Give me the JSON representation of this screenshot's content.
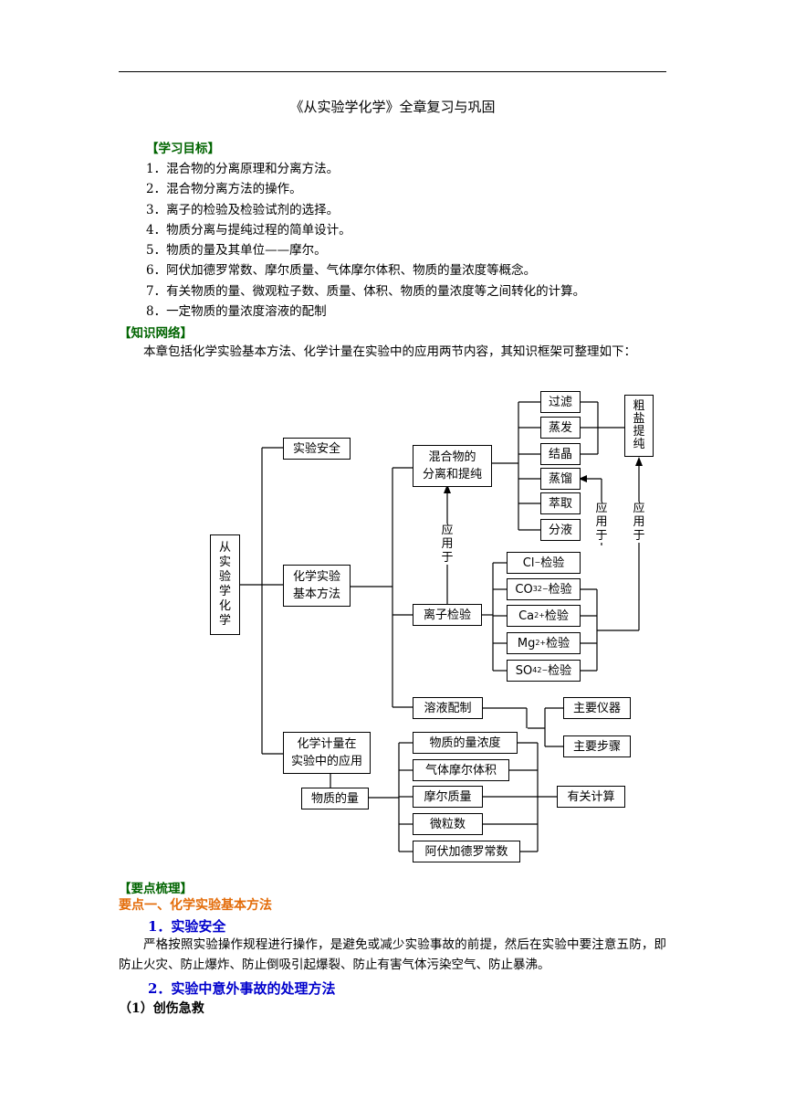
{
  "doc": {
    "title": "《从实验学化学》全章复习与巩固",
    "goals_label": "【学习目标】",
    "goals": [
      "1．混合物的分离原理和分离方法。",
      "2．混合物分离方法的操作。",
      "3．离子的检验及检验试剂的选择。",
      "4．物质分离与提纯过程的简单设计。",
      "5．物质的量及其单位——摩尔。",
      "6．阿伏加德罗常数、摩尔质量、气体摩尔体积、物质的量浓度等概念。",
      "7．有关物质的量、微观粒子数、质量、体积、物质的量浓度等之间转化的计算。",
      "8．一定物质的量浓度溶液的配制"
    ],
    "network_label": "【知识网络】",
    "network_intro": "本章包括化学实验基本方法、化学计量在实验中的应用两节内容，其知识框架可整理如下：",
    "keypoints_label": "【要点梳理】",
    "point1": "要点一、化学实验基本方法",
    "sub1": "1．实验安全",
    "sub1_text": "严格按照实验操作规程进行操作，是避免或减少实验事故的前提，然后在实验中要注意五防，即防止火灾、防止爆炸、防止倒吸引起爆裂、防止有害气体污染空气、防止暴沸。",
    "sub2": "2．实验中意外事故的处理方法",
    "sub2_1": "（1）创伤急救"
  },
  "diagram": {
    "root": "从实验学化学",
    "safety": "实验安全",
    "basic_methods_1": "化学实验",
    "basic_methods_2": "基本方法",
    "calc_1": "化学计量在",
    "calc_2": "实验中的应用",
    "mixture_1": "混合物的",
    "mixture_2": "分离和提纯",
    "ion_test": "离子检验",
    "solution_prep": "溶液配制",
    "amount": "物质的量",
    "methods": [
      "过滤",
      "蒸发",
      "结晶",
      "蒸馏",
      "萃取",
      "分液"
    ],
    "salt": "粗盐提纯",
    "apply_to": "应用于",
    "ions": {
      "cl_base": "Cl",
      "cl_sup": "−",
      "cl_tail": "检验",
      "co3_base": "CO",
      "co3_sub": "3",
      "co3_sup": "2−",
      "co3_tail": "检验",
      "ca_base": "Ca",
      "ca_sup": "2+",
      "ca_tail": "检验",
      "mg_base": "Mg",
      "mg_sup": "2+",
      "mg_tail": "检验",
      "so4_base": "SO",
      "so4_sub": "4",
      "so4_sup": "2−",
      "so4_tail": "检验"
    },
    "instruments": "主要仪器",
    "steps": "主要步骤",
    "concepts": [
      "物质的量浓度",
      "气体摩尔体积",
      "摩尔质量",
      "微粒数",
      "阿伏加德罗常数"
    ],
    "calc_related": "有关计算"
  }
}
